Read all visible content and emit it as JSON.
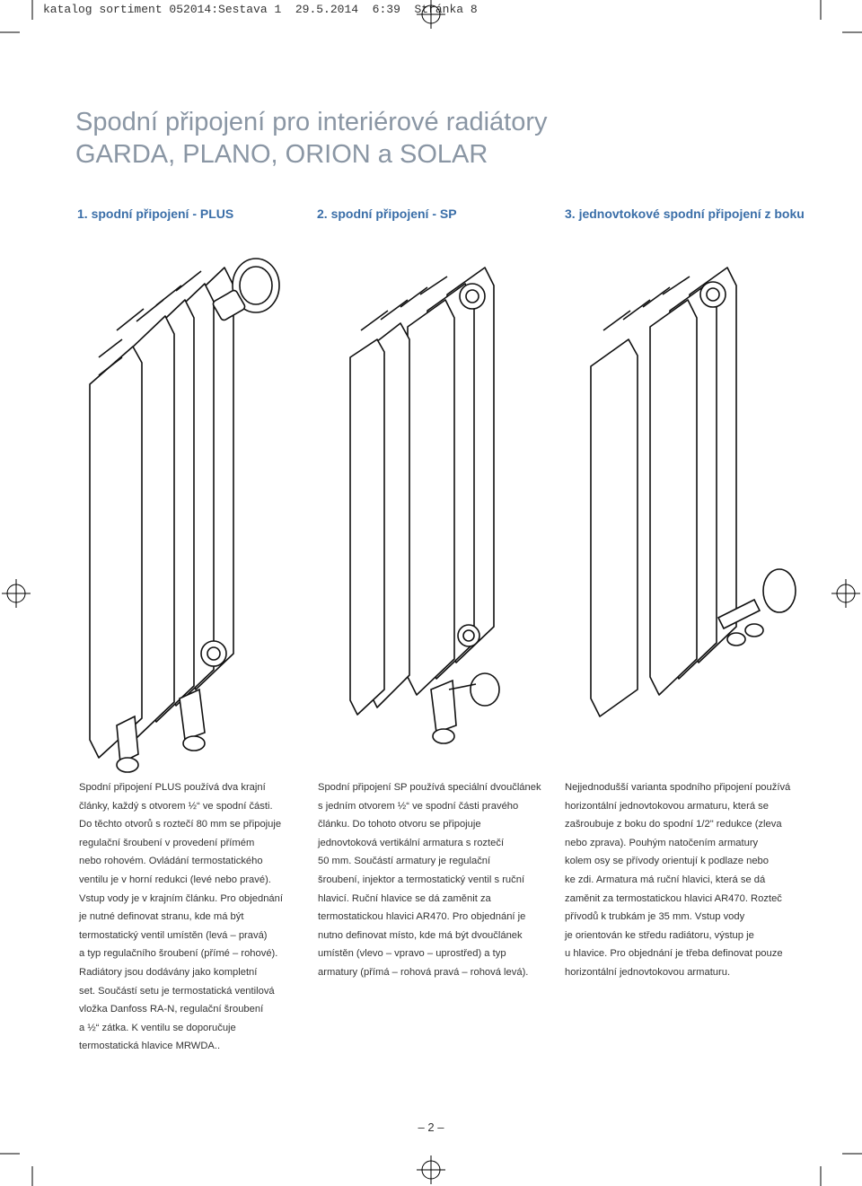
{
  "slug": "katalog sortiment 052014:Sestava 1  29.5.2014  6:39  Stránka 8",
  "title_lines": [
    "Spodní připojení pro interiérové radiátory",
    "GARDA, PLANO, ORION a SOLAR"
  ],
  "columns": [
    {
      "heading": "1. spodní připojení - PLUS",
      "lines": [
        "Spodní připojení PLUS používá dva krajní",
        "články, každý s otvorem ½“ ve spodní části.",
        "Do těchto otvorů s roztečí 80 mm se připojuje",
        "regulační šroubení v provedení přímém",
        "nebo rohovém. Ovládání termostatického",
        "ventilu je v horní redukci (levé nebo pravé).",
        "Vstup vody je v krajním článku. Pro objednání",
        "je nutné definovat stranu, kde má být",
        "termostatický ventil umístěn (levá – pravá)",
        "a typ regulačního šroubení (přímé – rohové).",
        "Radiátory jsou dodávány jako kompletní",
        "set. Součástí setu je termostatická ventilová",
        "vložka Danfoss RA-N, regulační šroubení",
        "a ½“ zátka. K ventilu se doporučuje",
        "termostatická hlavice MRWDA.."
      ]
    },
    {
      "heading": "2. spodní připojení - SP",
      "lines": [
        "Spodní připojení SP používá speciální dvoučlánek",
        "s jedním otvorem ½“ ve spodní části pravého",
        "článku. Do tohoto otvoru se připojuje",
        "jednovtoková vertikální armatura s roztečí",
        "50 mm. Součástí armatury je regulační",
        "šroubení, injektor a termostatický ventil s ruční",
        "hlavicí. Ruční hlavice se dá zaměnit za",
        "termostatickou hlavici AR470. Pro objednání je",
        "nutno definovat místo, kde má být dvoučlánek",
        "umístěn (vlevo – vpravo – uprostřed) a typ",
        "armatury (přímá – rohová pravá – rohová levá)."
      ]
    },
    {
      "heading": "3. jednovtokové spodní připojení z boku",
      "lines": [
        "Nejjednodušší varianta spodního připojení používá",
        "horizontální jednovtokovou armaturu, která se",
        "zašroubuje z boku do spodní 1/2\" redukce (zleva",
        "nebo zprava). Pouhým natočením armatury",
        "kolem osy se přívody orientují k podlaze nebo",
        "ke zdi. Armatura má ruční hlavici, která se dá",
        "zaměnit za termostatickou hlavici AR470. Rozteč",
        "přívodů k trubkám je 35 mm. Vstup vody",
        "je orientován ke středu radiátoru, výstup je",
        "u hlavice. Pro objednání je třeba definovat pouze",
        "horizontální jednovtokovou armaturu."
      ]
    }
  ],
  "page_number": "– 2 –",
  "colors": {
    "title": "#8a96a4",
    "heading": "#3a6ea8",
    "text": "#333333"
  }
}
